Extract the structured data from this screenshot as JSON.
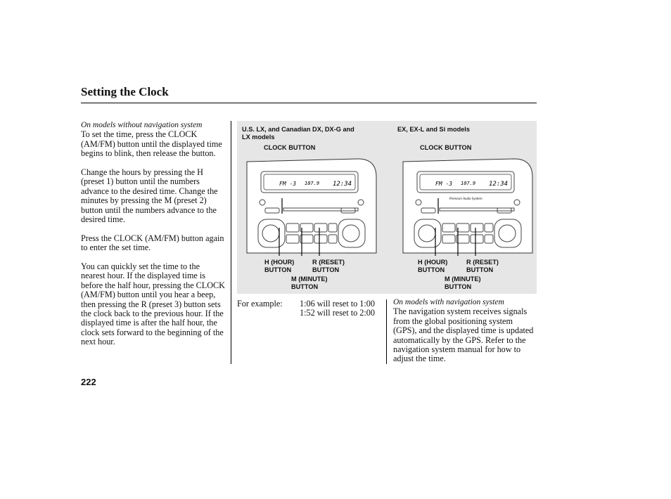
{
  "header": {
    "title": "Setting the Clock"
  },
  "left": {
    "caption": "On models without navigation system",
    "paragraphs": [
      "To set the time, press the CLOCK (AM/FM) button until the displayed time begins to blink, then release the button.",
      "Change the hours by pressing the H (preset 1) button until the numbers advance to the desired time. Change the minutes by pressing the M (preset 2) button until the numbers advance to the desired time.",
      "Press the CLOCK (AM/FM) button again to enter the set time.",
      "You can quickly set the time to the nearest hour. If the displayed time is before the half hour, pressing the CLOCK (AM/FM) button until you hear a beep, then pressing the R (preset 3) button sets the clock back to the previous hour. If the displayed time is after the half hour, the clock sets forward to the beginning of the next hour."
    ]
  },
  "figure": {
    "left_model": "U.S. LX, and Canadian DX, DX-G and LX models",
    "right_model": "EX, EX-L and Si models",
    "clock_button": "CLOCK BUTTON",
    "h_button": "H (HOUR) BUTTON",
    "r_button": "R (RESET) BUTTON",
    "m_button": "M (MINUTE) BUTTON",
    "display_freq": "FM  -3",
    "display_channel": "107.9",
    "display_time": "12:34",
    "right_banner": "Premium Audio System"
  },
  "example": {
    "label": "For example:",
    "line1": "1:06 will reset to 1:00",
    "line2": "1:52 will reset to 2:00"
  },
  "right": {
    "caption": "On models with navigation system",
    "paragraph": "The navigation system receives signals from the global positioning system (GPS), and the displayed time is updated automatically by the GPS. Refer to the navigation system manual for how to adjust the time."
  },
  "footer": {
    "page_number": "222"
  }
}
